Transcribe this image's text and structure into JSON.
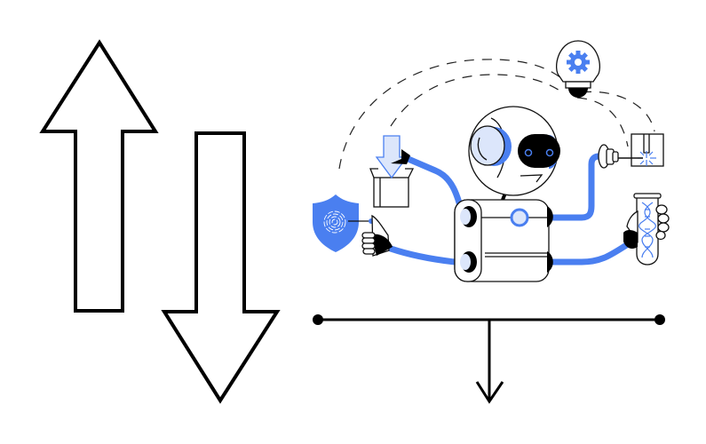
{
  "diagram": {
    "left_arrows": [
      {
        "name": "up-arrow",
        "direction": "up"
      },
      {
        "name": "down-arrow",
        "direction": "down"
      }
    ],
    "illustration": {
      "subject": "robot-automation",
      "icons": [
        "shield-fingerprint-icon",
        "box-download-icon",
        "lightbulb-gear-icon",
        "laser-sensor-icon",
        "dna-test-tube-icon"
      ]
    },
    "splitter": {
      "endpoints": 2,
      "direction": "down"
    }
  },
  "colors": {
    "accent": "#4A7FF0",
    "accent_light": "#DCE6FB",
    "outline": "#000000",
    "background": "#FFFFFF"
  }
}
